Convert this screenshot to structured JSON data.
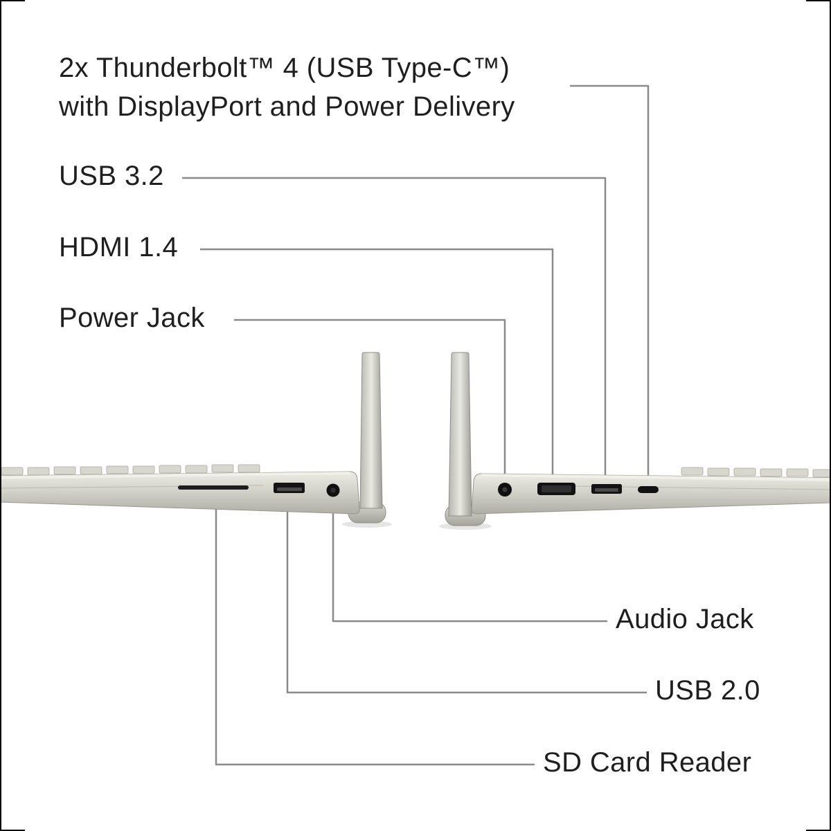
{
  "diagram": {
    "labels": {
      "thunderbolt_line1": "2x Thunderbolt™ 4 (USB Type-C™)",
      "thunderbolt_line2": "with DisplayPort and Power Delivery",
      "usb32": "USB 3.2",
      "hdmi": "HDMI 1.4",
      "power_jack": "Power Jack",
      "audio_jack": "Audio Jack",
      "usb20": "USB 2.0",
      "sd_card": "SD Card Reader"
    },
    "colors": {
      "background": "#ffffff",
      "text": "#1f1f1f",
      "callout_line": "#8a8a8a",
      "laptop_body": "#d3d3cb",
      "port": "#141414",
      "border": "#0a0a0a"
    }
  }
}
